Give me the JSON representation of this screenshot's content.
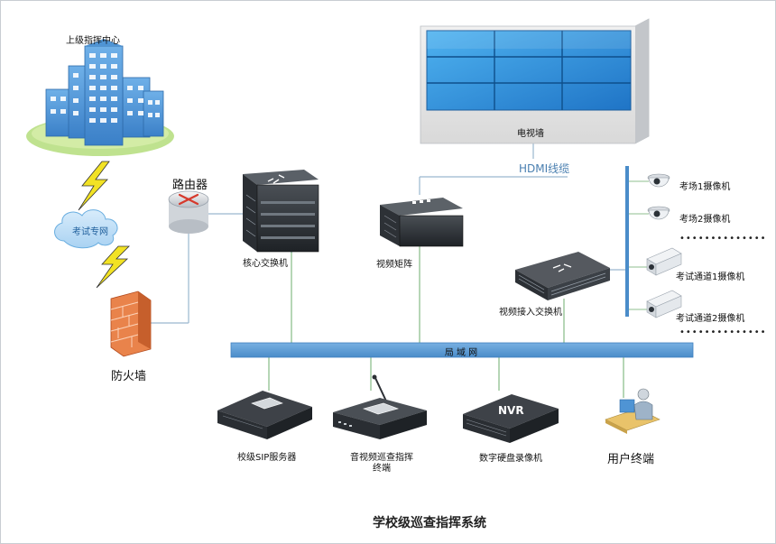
{
  "diagram": {
    "title": "学校级巡查指挥系统",
    "upper_center": "上级指挥中心",
    "exam_network": "考试专网",
    "firewall": "防火墙",
    "router": "路由器",
    "core_switch": "核心交换机",
    "video_matrix": "视频矩阵",
    "video_wall": "电视墙",
    "hdmi_cable": "HDMI线缆",
    "video_access_switch": "视频接入交换机",
    "lan": "局 域 网",
    "sip_server": "校级SIP服务器",
    "av_terminal_line1": "音视频巡查指挥",
    "av_terminal_line2": "终端",
    "nvr_device": "数字硬盘录像机",
    "nvr_text": "NVR",
    "user_terminal": "用户终端",
    "cameras": [
      {
        "label": "考场1摄像机",
        "kind": "dome"
      },
      {
        "label": "考场2摄像机",
        "kind": "dome"
      },
      {
        "label": "考试通道1摄像机",
        "kind": "box"
      },
      {
        "label": "考试通道2摄像机",
        "kind": "box"
      }
    ],
    "colors": {
      "lan_bar": "#5b9bd5",
      "building": "#5b9bd5",
      "wall_screen": "#2e8fd8",
      "firewall": "#e07a43",
      "link_line": "#8fbf8f"
    }
  }
}
